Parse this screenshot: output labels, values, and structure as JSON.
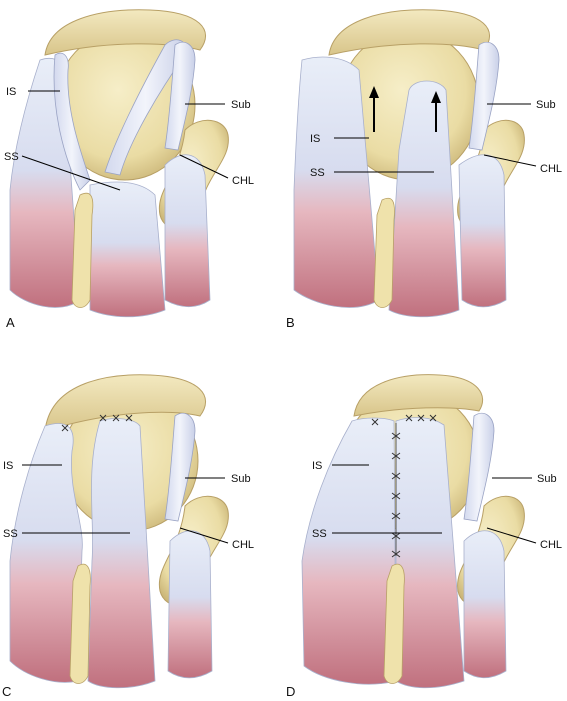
{
  "panels": [
    {
      "id": "A",
      "letter": "A",
      "labels": {
        "is": "IS",
        "ss": "SS",
        "sub": "Sub",
        "chl": "CHL"
      }
    },
    {
      "id": "B",
      "letter": "B",
      "labels": {
        "is": "IS",
        "ss": "SS",
        "sub": "Sub",
        "chl": "CHL"
      }
    },
    {
      "id": "C",
      "letter": "C",
      "labels": {
        "is": "IS",
        "ss": "SS",
        "sub": "Sub",
        "chl": "CHL"
      }
    },
    {
      "id": "D",
      "letter": "D",
      "labels": {
        "is": "IS",
        "ss": "SS",
        "sub": "Sub",
        "chl": "CHL"
      }
    }
  ]
}
